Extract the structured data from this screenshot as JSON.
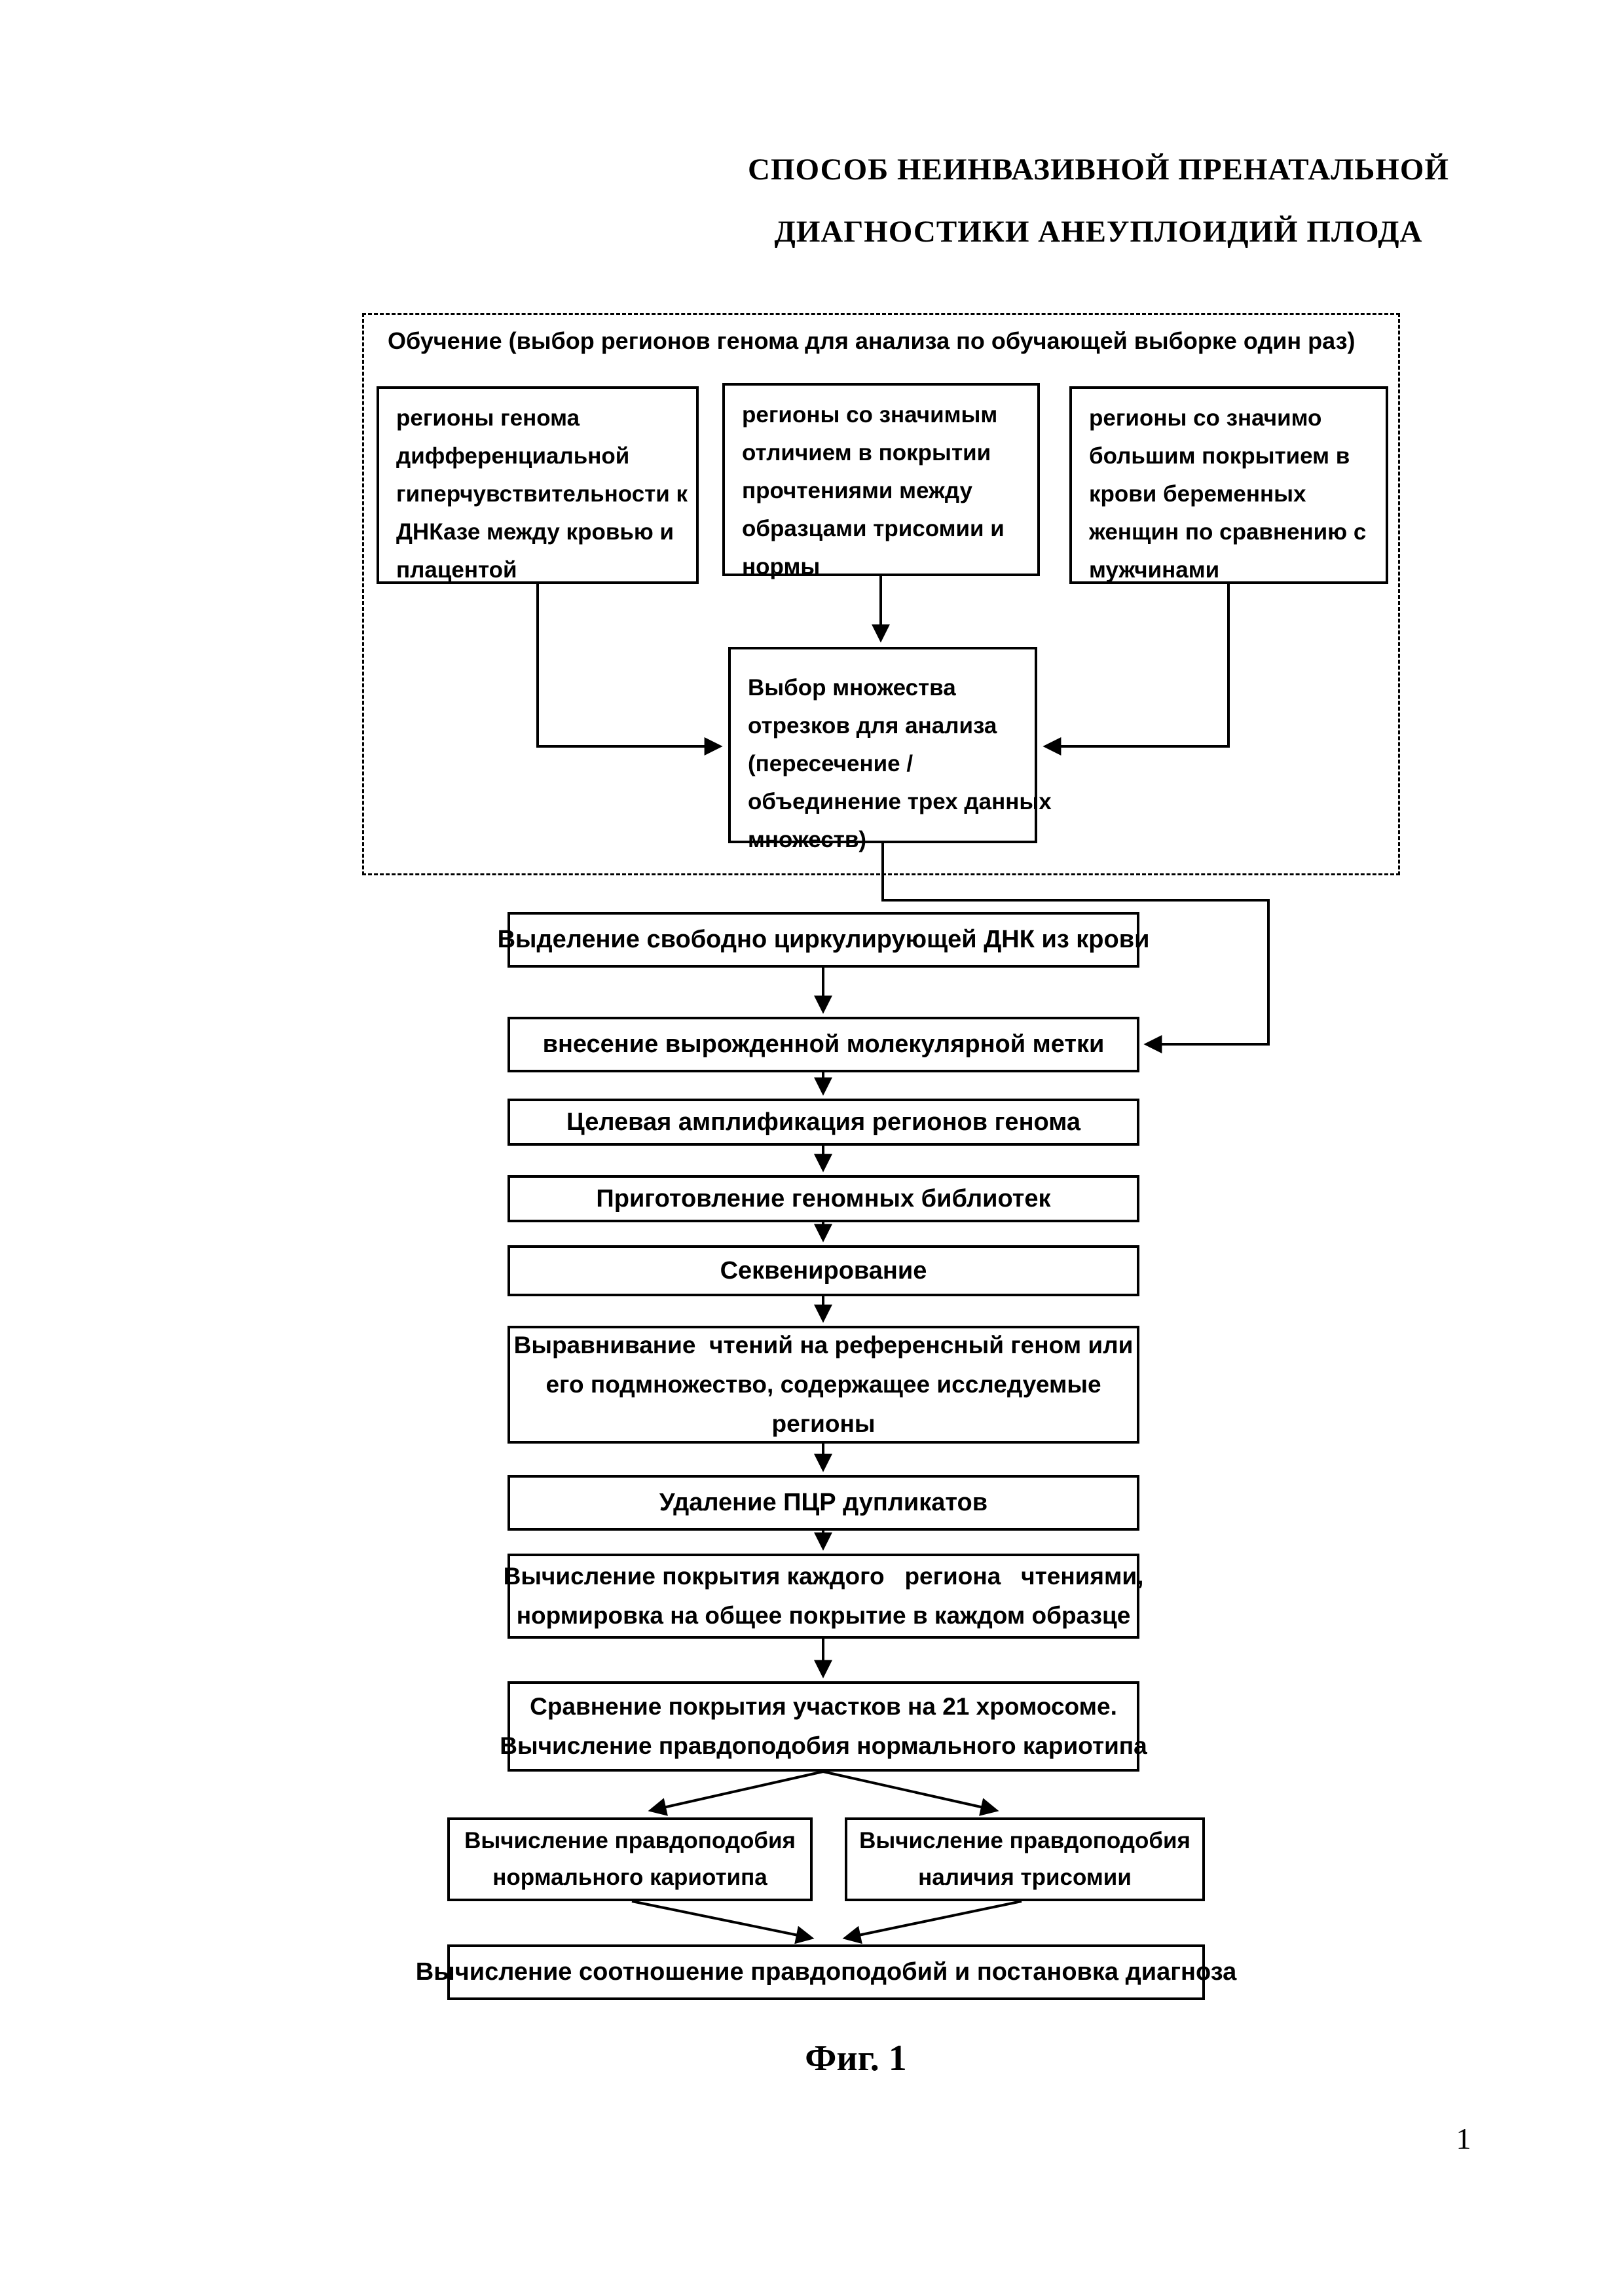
{
  "page": {
    "title_line1": "СПОСОБ НЕИНВАЗИВНОЙ ПРЕНАТАЛЬНОЙ",
    "title_line2": "ДИАГНОСТИКИ АНЕУПЛОИДИЙ ПЛОДА",
    "figure_caption": "Фиг. 1",
    "page_number": "1"
  },
  "training": {
    "label": "Обучение (выбор регионов генома для анализа по обучающей выборке один раз)",
    "dnase_regions": {
      "lines": [
        "регионы генома",
        "дифференциальной",
        "гиперчувствительности к",
        "ДНКазе между кровью и",
        "плацентой"
      ]
    },
    "coverage_diff_regions": {
      "lines": [
        "регионы со значимым",
        "отличием в покрытии",
        "прочтениями между",
        "образцами трисомии и",
        "нормы"
      ]
    },
    "pregnant_coverage_regions": {
      "lines": [
        "регионы со значимо",
        "большим покрытием в",
        "крови беременных",
        "женщин по сравнению с",
        "мужчинами"
      ]
    },
    "segment_selection": {
      "lines": [
        "Выбор множества",
        "отрезков для анализа",
        "(пересечение /",
        "объединение трех данных",
        "множеств)"
      ]
    }
  },
  "flow": {
    "extract": "Выделение свободно циркулирующей ДНК из крови",
    "molecular_tag": "внесение вырожденной молекулярной метки",
    "amplification": "Целевая амплификация регионов генома",
    "library_prep": "Приготовление геномных библиотек",
    "sequencing": "Секвенирование",
    "alignment_lines": [
      "Выравнивание  чтений на референсный геном или",
      "его подмножество, содержащее исследуемые",
      "регионы"
    ],
    "dedup": "Удаление ПЦР дупликатов",
    "coverage_lines": [
      "Вычисление покрытия каждого   региона   чтениями,",
      "нормировка на общее покрытие в каждом образце"
    ],
    "compare_lines": [
      "Сравнение покрытия участков на 21 хромосоме.",
      "Вычисление правдоподобия нормального кариотипа"
    ],
    "likelihood_normal_lines": [
      "Вычисление правдоподобия",
      "нормального кариотипа"
    ],
    "likelihood_trisomy_lines": [
      "Вычисление правдоподобия",
      "наличия трисомии"
    ],
    "diagnosis": "Вычисление соотношение правдоподобий и постановка диагноза"
  }
}
